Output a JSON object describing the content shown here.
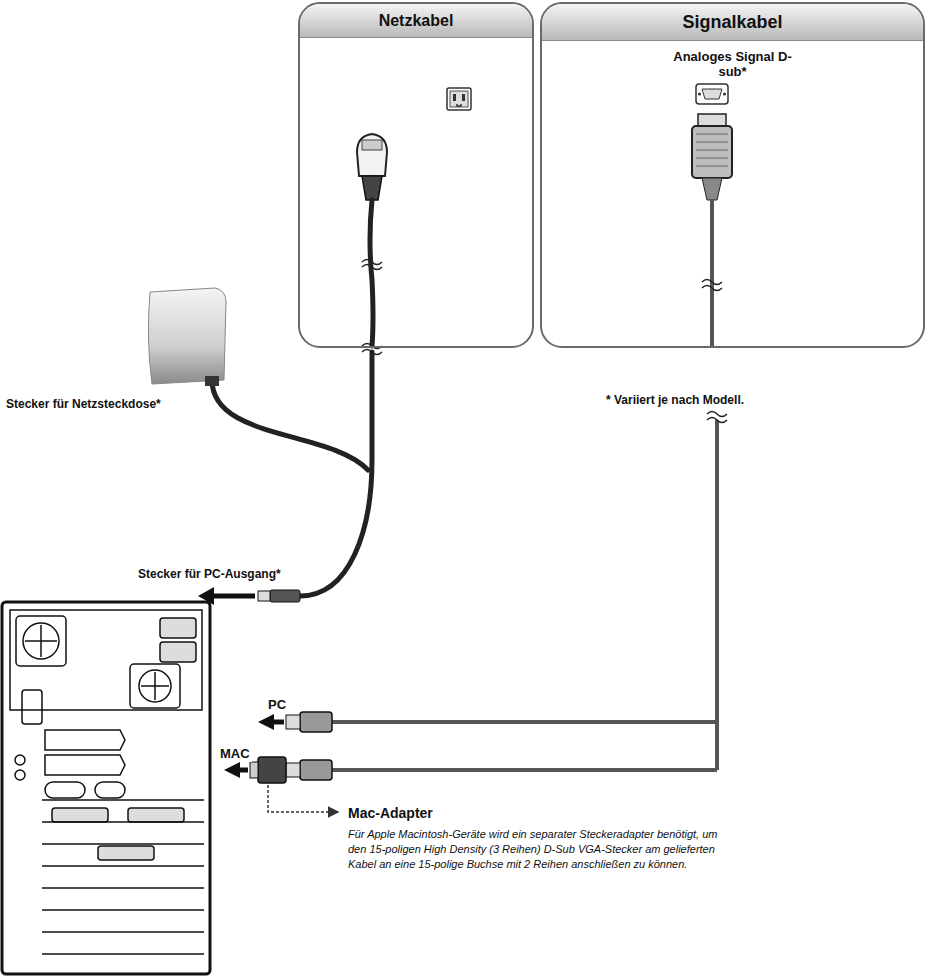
{
  "diagram": {
    "nodes": [
      {
        "text": [
          "Netzkabel"
        ]
      },
      {
        "text": [
          "Signalkabel",
          "Analoges Signal D-sub*"
        ]
      }
    ],
    "labels": [
      "Stecker für Netzsteckdose*",
      "* Variiert je nach Modell.",
      "Stecker für PC-Ausgang*",
      "PC",
      "MAC",
      "Mac-Adapter",
      "Für Apple Macintosh-Geräte wird ein separater Steckeradapter benötigt, um den 15-poligen High Density (3 Reihen) D-Sub VGA-Stecker am gelieferten Kabel an eine 15-polige Buchse mit 2 Reihen anschließen zu können."
    ]
  }
}
